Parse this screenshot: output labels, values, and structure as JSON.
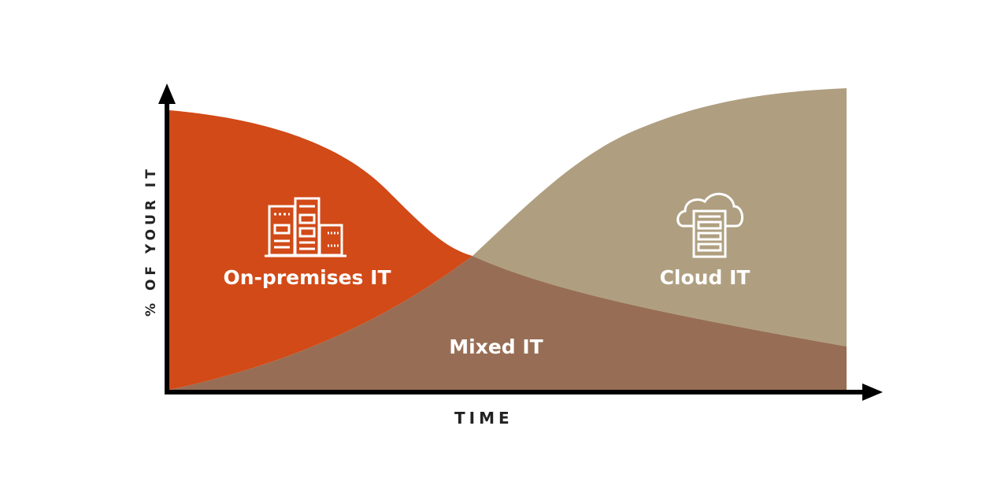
{
  "axes": {
    "y_label": "% OF YOUR IT",
    "x_label": "TIME"
  },
  "regions": {
    "on_premises": {
      "label": "On-premises IT",
      "color": "#D14A17",
      "icon": "server-buildings-icon"
    },
    "cloud": {
      "label": "Cloud IT",
      "color": "#AF9F80",
      "icon": "cloud-server-icon"
    },
    "mixed": {
      "label": "Mixed IT",
      "color": "#976E55"
    }
  }
}
